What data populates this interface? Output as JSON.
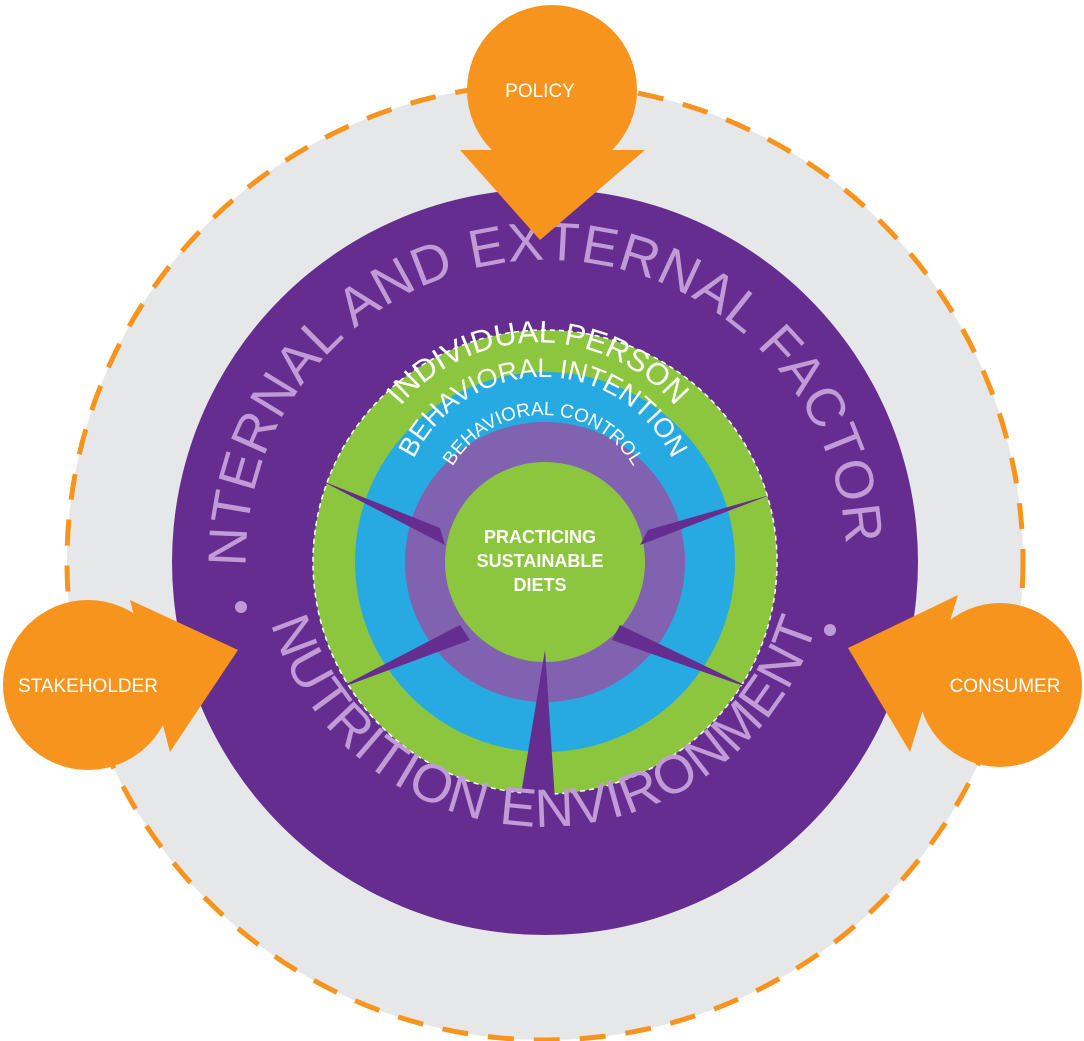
{
  "colors": {
    "orange": "#f7941d",
    "purple": "#652d90",
    "light_purple_text": "#c29ad6",
    "green": "#8cc63f",
    "blue": "#27aae1",
    "violet": "#8062b0",
    "gray": "#e6e7e8"
  },
  "rings": {
    "outer_top": "INTERNAL AND EXTERNAL FACTORS",
    "outer_bottom": "NUTRITION ENVIRONMENT",
    "individual": "INDIVIDUAL PERSON",
    "intention": "BEHAVIORAL INTENTION",
    "control": "BEHAVIORAL CONTROL"
  },
  "center": {
    "line1": "PRACTICING",
    "line2": "SUSTAINABLE",
    "line3": "DIETS"
  },
  "bubbles": {
    "policy": "POLICY",
    "stakeholder": "STAKEHOLDER",
    "consumer": "CONSUMER"
  }
}
